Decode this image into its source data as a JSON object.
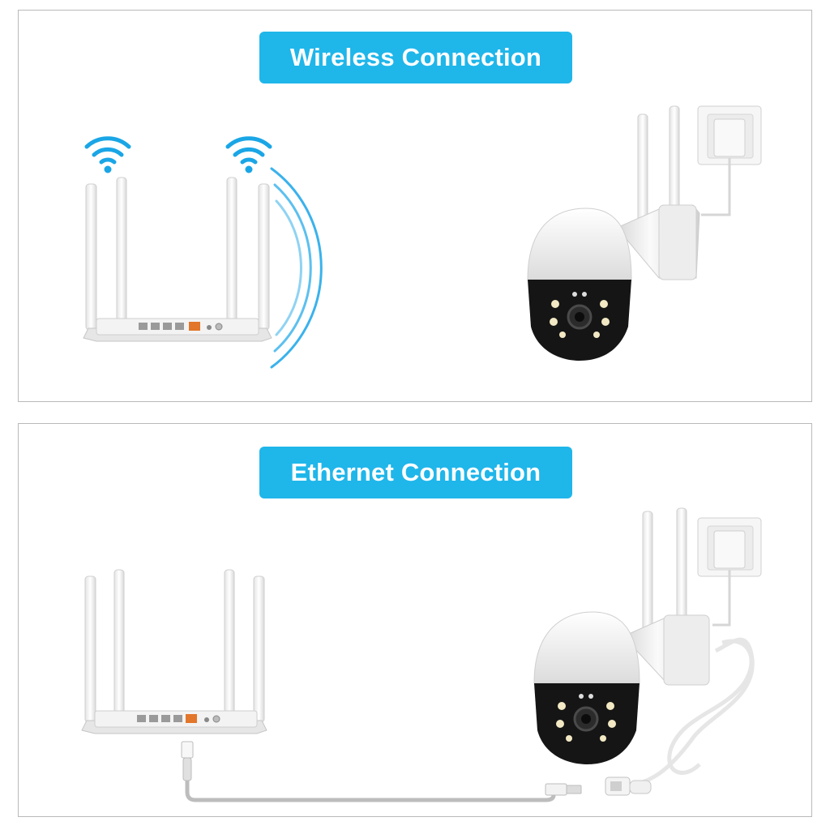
{
  "panels": {
    "wireless": {
      "title": "Wireless Connection"
    },
    "ethernet": {
      "title": "Ethernet Connection"
    }
  },
  "colors": {
    "badge": "#1fb6ea",
    "wifi": "#1aa6e6",
    "border": "#b9b9b9",
    "camera_body": "#f2f2f2",
    "camera_face": "#151515",
    "port": "#e2762a"
  },
  "icons": [
    "wifi-icon",
    "router",
    "security-camera",
    "power-adapter",
    "ethernet-cable",
    "rj45-connector"
  ]
}
